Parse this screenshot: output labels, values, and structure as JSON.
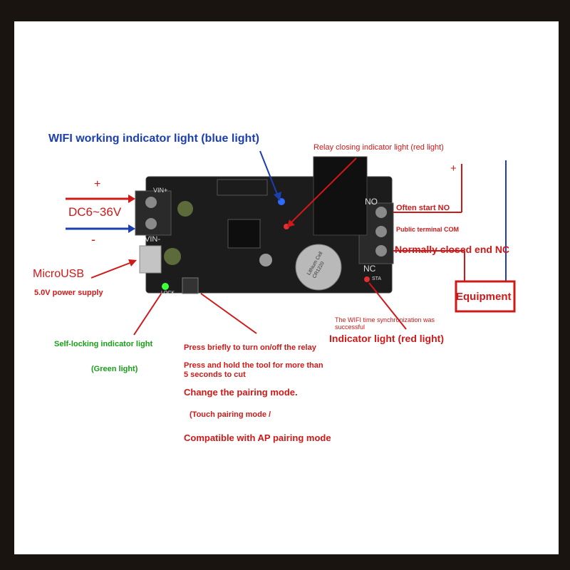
{
  "labels": {
    "wifi_indicator": "WIFI working indicator light (blue light)",
    "relay_indicator": "Relay closing indicator light (red light)",
    "plus_left": "+",
    "minus_left": "-",
    "voltage": "DC6~36V",
    "microusb": "MicroUSB",
    "power_supply": "5.0V power supply",
    "self_locking": "Self-locking indicator light",
    "green_light": "(Green light)",
    "press_briefly": "Press briefly to turn on/off the relay",
    "press_hold": "Press and hold the tool for more than 5 seconds to cut",
    "change_pairing": "Change the pairing mode.",
    "touch_pairing": "(Touch pairing mode /",
    "compatible_ap": "Compatible with AP pairing mode",
    "time_sync": "The WIFI time synchronization was successful",
    "indicator_red": "Indicator light (red light)",
    "plus_right": "+",
    "often_start_no": "Often start NO",
    "public_com": "Public terminal COM",
    "normally_closed": "Normally closed end NC",
    "equipment": "Equipment"
  },
  "board": {
    "silk_vin_plus": "VIN+",
    "silk_vin_minus": "VIN-",
    "silk_no": "NO",
    "silk_nc": "NC",
    "silk_lock": "LOCK",
    "silk_sta": "STA",
    "battery_text": "Lithium Cell CR1220"
  },
  "colors": {
    "blue_text": "#1b3fb0",
    "red_text": "#d01818",
    "green_text": "#18a018",
    "board": "#1c1c1c",
    "terminal": "#2a2a2a"
  }
}
